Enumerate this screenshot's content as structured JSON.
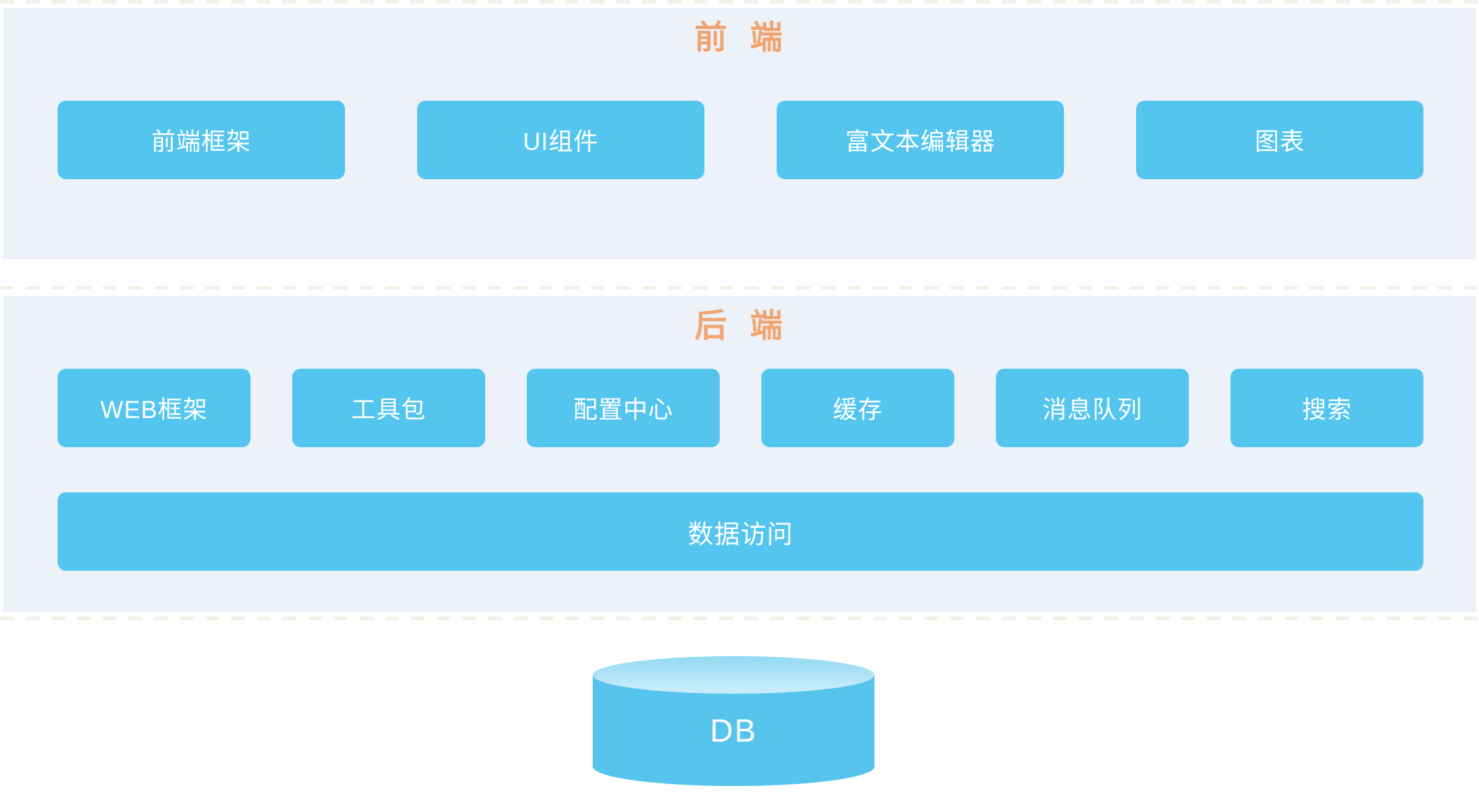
{
  "colors": {
    "page_bg": "#ffffff",
    "panel_bg": "#edf2f9",
    "panel_border": "#e4e9f3",
    "box_bg": "#54c5ee",
    "box_text": "#ffffff",
    "title_color": "#f1a46f",
    "dash_color": "#f3f0e6",
    "cylinder_body": "#56c4ed",
    "cylinder_top_dark": "#92d9f3",
    "cylinder_top_light": "#c6ecf9"
  },
  "frontend": {
    "title": "前 端",
    "boxes": [
      {
        "label": "前端框架"
      },
      {
        "label": "UI组件"
      },
      {
        "label": "富文本编辑器"
      },
      {
        "label": "图表"
      }
    ]
  },
  "backend": {
    "title": "后 端",
    "boxes": [
      {
        "label": "WEB框架"
      },
      {
        "label": "工具包"
      },
      {
        "label": "配置中心"
      },
      {
        "label": "缓存"
      },
      {
        "label": "消息队列"
      },
      {
        "label": "搜索"
      }
    ],
    "data_access": {
      "label": "数据访问"
    }
  },
  "database": {
    "label": "DB"
  }
}
